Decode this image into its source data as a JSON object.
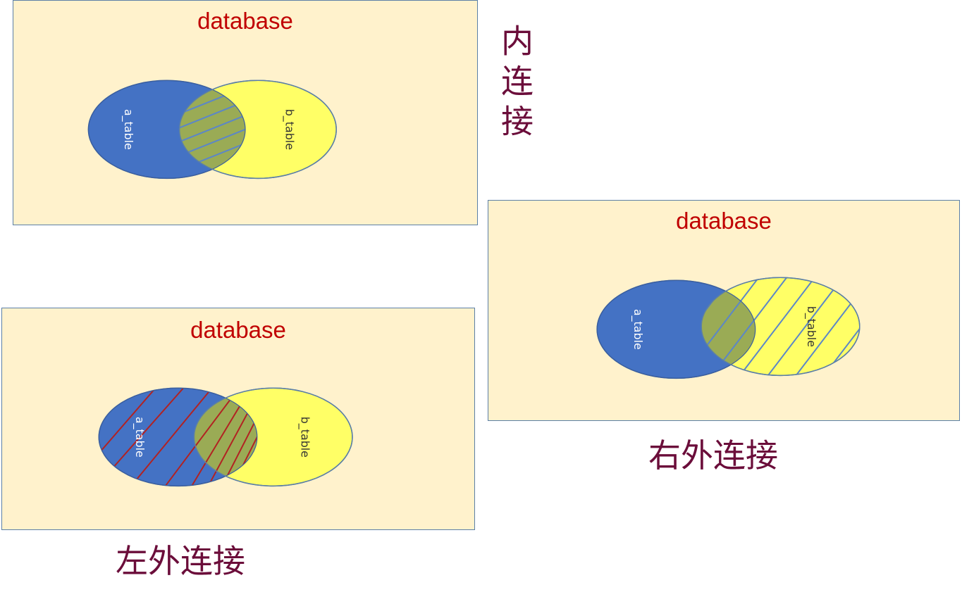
{
  "captions": {
    "inner_join": "内连接",
    "right_outer_join": "右外连接",
    "left_outer_join": "左外连接"
  },
  "panels": {
    "inner": {
      "title": "database",
      "left_table": "a_table",
      "right_table": "b_table"
    },
    "right": {
      "title": "database",
      "left_table": "a_table",
      "right_table": "b_table"
    },
    "left": {
      "title": "database",
      "left_table": "a_table",
      "right_table": "b_table"
    }
  },
  "colors": {
    "panel_background": "#fff2cc",
    "circle_a": "#4472c4",
    "circle_b": "#ffff66",
    "overlap": "#9aab55",
    "title_text": "#c00000",
    "caption_text": "#6b0d3a",
    "hatch_blue": "#5b86c8",
    "hatch_red": "#b22222"
  }
}
